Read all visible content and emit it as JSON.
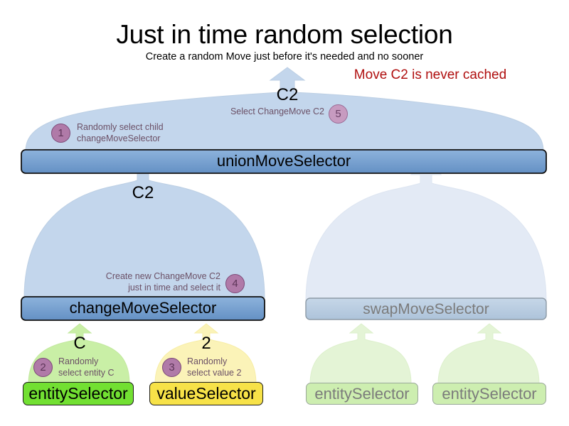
{
  "header": {
    "title": "Just in time random selection",
    "subtitle": "Create a random Move just before it's needed and no sooner",
    "warning": "Move C2 is never cached",
    "warning_color": "#b01010"
  },
  "moves": {
    "union_out": "C2",
    "change_out": "C2",
    "entity_out": "C",
    "value_out": "2"
  },
  "nodes": {
    "union": {
      "label": "unionMoveSelector"
    },
    "change": {
      "label": "changeMoveSelector"
    },
    "swap": {
      "label": "swapMoveSelector"
    },
    "entity": {
      "label": "entitySelector"
    },
    "value": {
      "label": "valueSelector"
    },
    "swap_entity_left": {
      "label": "entitySelector"
    },
    "swap_entity_right": {
      "label": "entitySelector"
    }
  },
  "steps": [
    {
      "number": "1",
      "text": "Randomly select child\nchangeMoveSelector"
    },
    {
      "number": "2",
      "text": "Randomly\nselect entity C"
    },
    {
      "number": "3",
      "text": "Randomly\nselect value 2"
    },
    {
      "number": "4",
      "text": "Create new ChangeMove C2\njust in time and select it"
    },
    {
      "number": "5",
      "text": "Select ChangeMove C2"
    }
  ],
  "colors": {
    "move_blue_fill": "#c3d6ec",
    "union_bar": "#6f9fd0",
    "change_bar": "#6f9fd0",
    "swap_bar_faded": "#b7cade",
    "entity_green": "#72e032",
    "value_yellow": "#f7e248",
    "faded_green": "#cdeeb0",
    "badge_purple": "#b07aa8"
  }
}
